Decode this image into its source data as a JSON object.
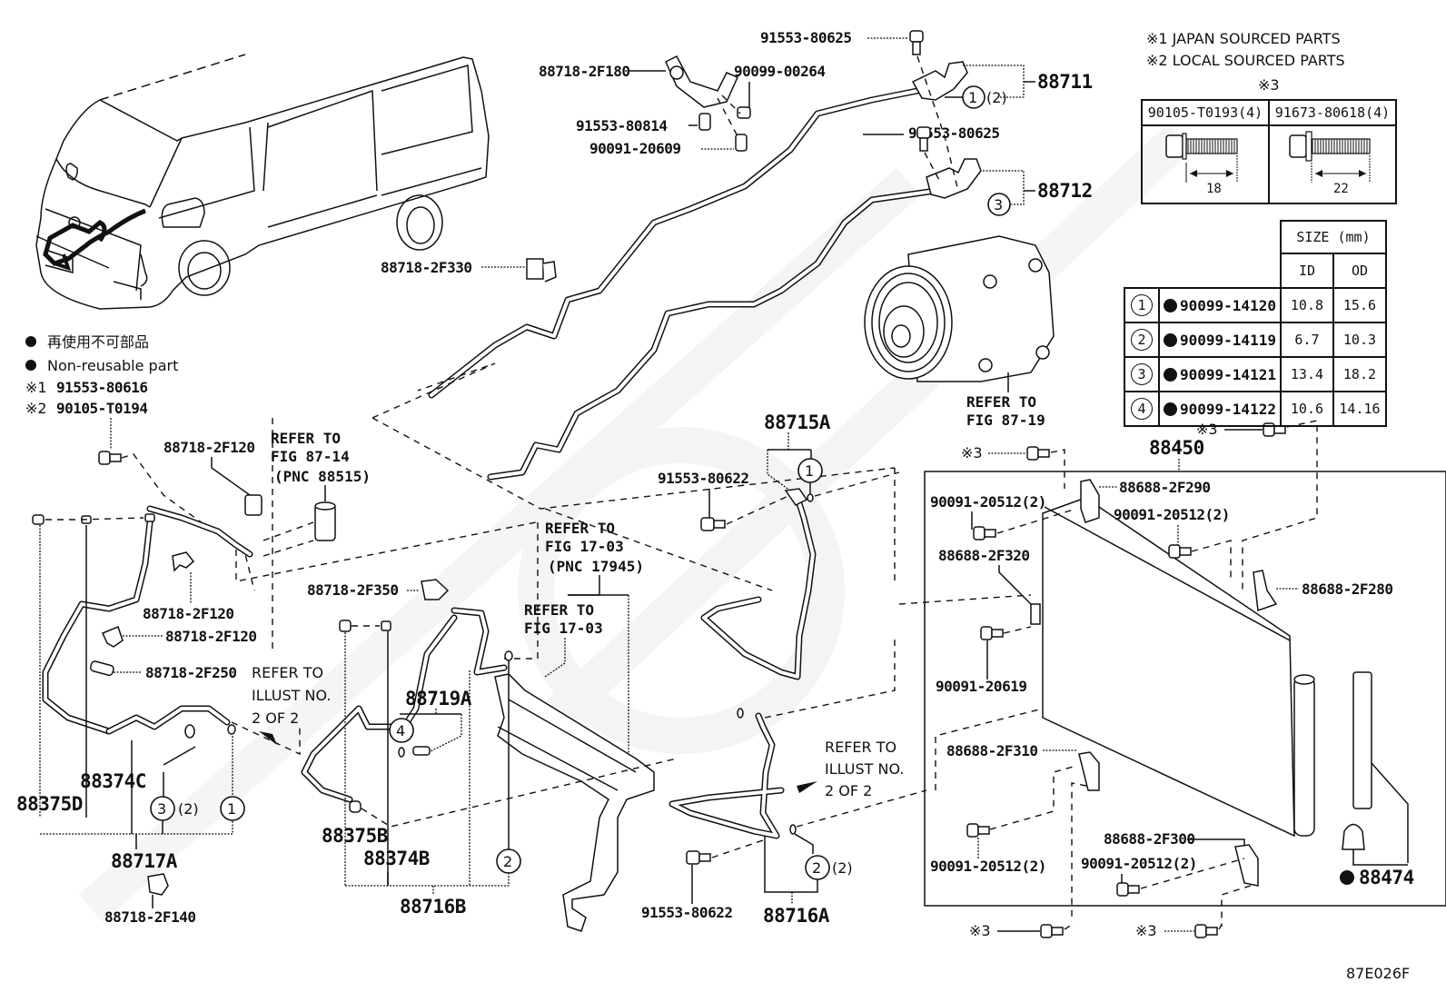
{
  "figure_code": "87E026F",
  "footnotes": {
    "note1": "※1 JAPAN SOURCED PARTS",
    "note2": "※2 LOCAL SOURCED PARTS",
    "note3_mark": "※3"
  },
  "bolt_table": {
    "headers": [
      "90105-T0193(4)",
      "91673-80618(4)"
    ],
    "lengths": [
      "18",
      "22"
    ]
  },
  "oring_table": {
    "size_header": "SIZE (mm)",
    "col_id": "ID",
    "col_od": "OD",
    "rows": [
      {
        "num": "1",
        "part": "90099-14120",
        "id": "10.8",
        "od": "15.6"
      },
      {
        "num": "2",
        "part": "90099-14119",
        "id": "6.7",
        "od": "10.3"
      },
      {
        "num": "3",
        "part": "90099-14121",
        "id": "13.4",
        "od": "18.2"
      },
      {
        "num": "4",
        "part": "90099-14122",
        "id": "10.6",
        "od": "14.16"
      }
    ]
  },
  "legend": {
    "jp": "再使用不可部品",
    "en": "Non-reusable part",
    "s1": "※1",
    "s1_part": "91553-80616",
    "s2": "※2",
    "s2_part": "90105-T0194"
  },
  "labels": {
    "p91553_80625_a": "91553-80625",
    "p88718_2F180": "88718-2F180",
    "p90099_00264": "90099-00264",
    "p88711": "88711",
    "p1_2": "(2)",
    "p91553_80814": "91553-80814",
    "p90091_20609": "90091-20609",
    "p91553_80625_b": "91553-80625",
    "p88712": "88712",
    "p88718_2F330": "88718-2F330",
    "ref_87_19_a": "REFER TO",
    "ref_87_19_b": "FIG 87-19",
    "p88718_2F120_a": "88718-2F120",
    "ref_87_14_a": "REFER TO",
    "ref_87_14_b": "FIG 87-14",
    "ref_87_14_c": "(PNC 88515)",
    "p88718_2F120_b": "88718-2F120",
    "p88718_2F120_c": "88718-2F120",
    "p88718_2F250": "88718-2F250",
    "ref_illust_a1": "REFER TO",
    "ref_illust_a2": "ILLUST NO.",
    "ref_illust_a3": "2 OF 2",
    "p88374C": "88374C",
    "p88375D": "88375D",
    "p3_2": "(2)",
    "p88717A": "88717A",
    "p88718_2F140": "88718-2F140",
    "ref_17_03_a1": "REFER TO",
    "ref_17_03_a2": "FIG 17-03",
    "ref_17_03_a3": "(PNC 17945)",
    "p88718_2F350": "88718-2F350",
    "ref_17_03_b1": "REFER TO",
    "ref_17_03_b2": "FIG 17-03",
    "p88719A": "88719A",
    "p88375B": "88375B",
    "p88374B": "88374B",
    "p88716B": "88716B",
    "p88715A": "88715A",
    "p91553_80622_a": "91553-80622",
    "ref_illust_b1": "REFER TO",
    "ref_illust_b2": "ILLUST NO.",
    "ref_illust_b3": "2 OF 2",
    "p2_2": "(2)",
    "p91553_80622_b": "91553-80622",
    "p88716A": "88716A",
    "p88450": "88450",
    "p88688_2F290": "88688-2F290",
    "p90091_20512_a": "90091-20512(2)",
    "p90091_20512_b": "90091-20512(2)",
    "p88688_2F320": "88688-2F320",
    "p88688_2F280": "88688-2F280",
    "p90091_20619": "90091-20619",
    "p88688_2F310": "88688-2F310",
    "p88688_2F300": "88688-2F300",
    "p90091_20512_c": "90091-20512(2)",
    "p90091_20512_d": "90091-20512(2)",
    "p88474": "88474",
    "s3_a": "※3",
    "s3_b": "※3",
    "s3_c": "※3",
    "s3_d": "※3",
    "c1": "1",
    "c2": "2",
    "c3": "3",
    "c4": "4"
  }
}
